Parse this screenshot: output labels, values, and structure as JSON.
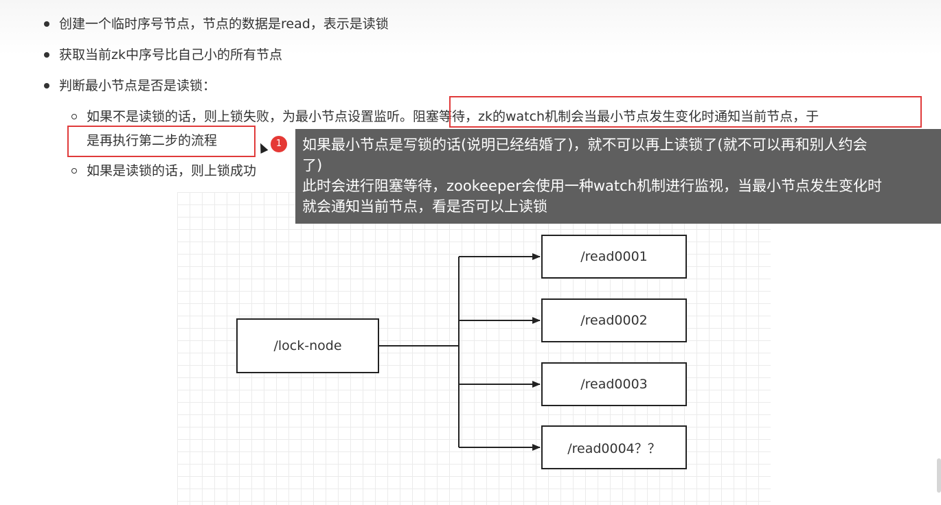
{
  "bullets": [
    "创建一个临时序号节点，节点的数据是read，表示是读锁",
    "获取当前zk中序号比自己小的所有节点",
    "判断最小节点是否是读锁："
  ],
  "sub_bullets": {
    "first_line": "如果不是读锁的话，则上锁失败，为最小节点设置监听。阻塞等待，zk的watch机制会当最小节点发生变化时通知当前节点，于",
    "first_cont": "是再执行第二步的流程",
    "second": "如果是读锁的话，则上锁成功"
  },
  "badge": "1",
  "tooltip": {
    "line1": "如果最小节点是写锁的话(说明已经结婚了)，就不可以再上读锁了(就不可以再和别人约会",
    "line2": "了)",
    "line3": "此时会进行阻塞等待，zookeeper会使用一种watch机制进行监视，当最小节点发生变化时",
    "line4": "就会通知当前节点，看是否可以上读锁"
  },
  "diagram": {
    "root": "/lock-node",
    "children": [
      "/read0001",
      "/read0002",
      "/read0003",
      "/read0004？？"
    ]
  },
  "colors": {
    "highlight_box": "#e03a3a",
    "tooltip_bg": "#5f5f5f",
    "badge": "#e53935"
  }
}
